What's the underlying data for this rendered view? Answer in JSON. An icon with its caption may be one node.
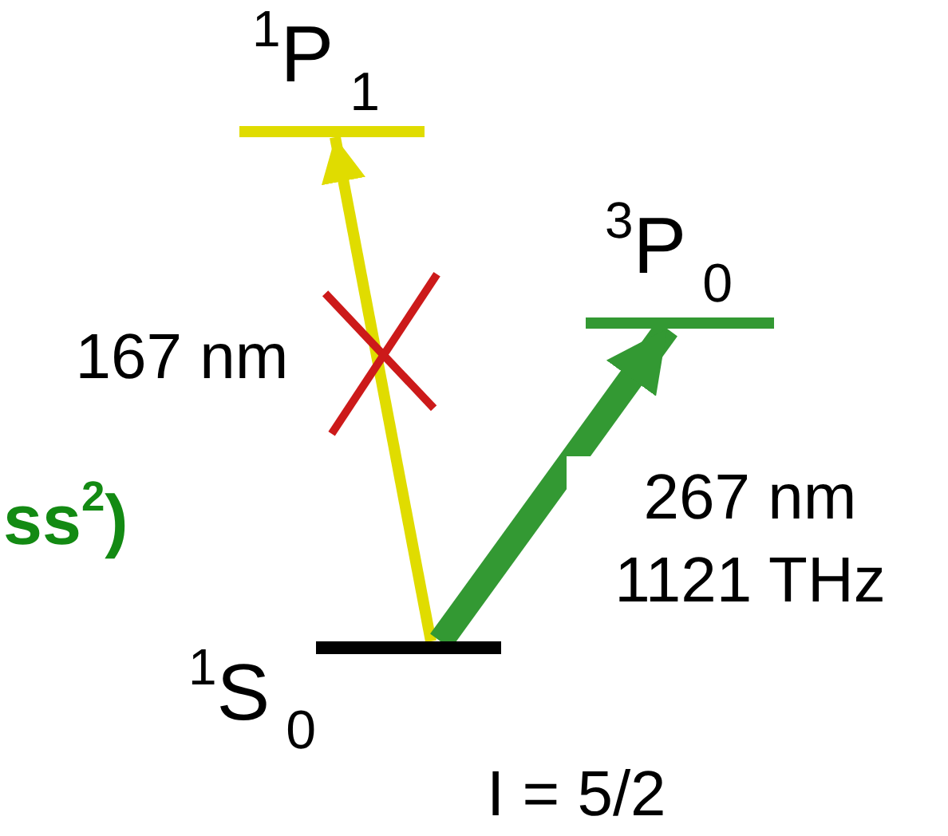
{
  "diagram": {
    "nodes": [
      {
        "text": [
          "$^{1}$P$_{1}$"
        ]
      },
      {
        "text": [
          "$^{3}$P$_{0}$"
        ]
      },
      {
        "text": [
          "$^{1}$S$_{0}$"
        ]
      }
    ],
    "edges": [
      {
        "from": 2,
        "to": 0,
        "arrow": "to",
        "label": "167 nm",
        "color": "#e0dc00"
      },
      {
        "from": 2,
        "to": 1,
        "arrow": "to",
        "label": "267 nm 1121 THz",
        "style": "thick",
        "color": "#339933"
      }
    ],
    "labels": [
      "ss$^{2}$)",
      "I = 5/2"
    ]
  }
}
